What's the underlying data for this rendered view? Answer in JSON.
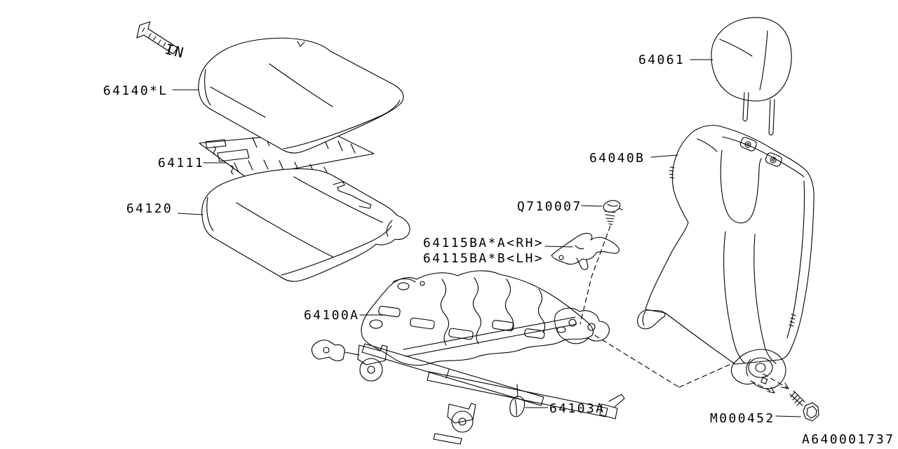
{
  "diagram": {
    "direction_label": "IN",
    "drawing_number": "A640001737",
    "colors": {
      "background": "#ffffff",
      "line": "#000000",
      "text": "#000000"
    },
    "labels": {
      "cushion_cover": "64140*L",
      "heater_mat": "64111",
      "cushion_pad": "64120",
      "headrest": "64061",
      "seat_back": "64040B",
      "screw": "Q710007",
      "hinge_cover_rh": "64115BA*A<RH>",
      "hinge_cover_lh": "64115BA*B<LH>",
      "frame": "64100A",
      "clip": "64103A",
      "bolt": "M000452"
    }
  }
}
